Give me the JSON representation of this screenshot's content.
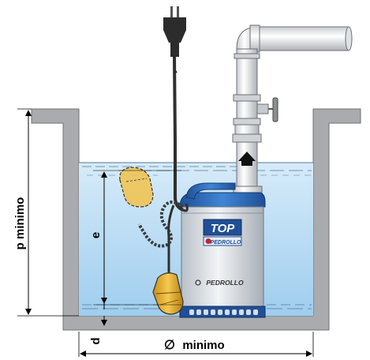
{
  "labels": {
    "height_min": "p minimo",
    "immersion": "e",
    "bottom_gap": "d",
    "diameter_symbol": "∅",
    "diameter_min": "minimo"
  },
  "pump": {
    "model_badge": "TOP",
    "brand_small": "PEDROLLO",
    "brand_body": "PEDROLLO"
  },
  "colors": {
    "wall": "#a9abae",
    "water_top": "#cfe6f7",
    "water_bottom": "#9ccbee",
    "pump_blue": "#2f6fc0",
    "pump_body": "#d8dde3",
    "float_yellow": "#f2c24a",
    "cable": "#3a3a3a"
  }
}
